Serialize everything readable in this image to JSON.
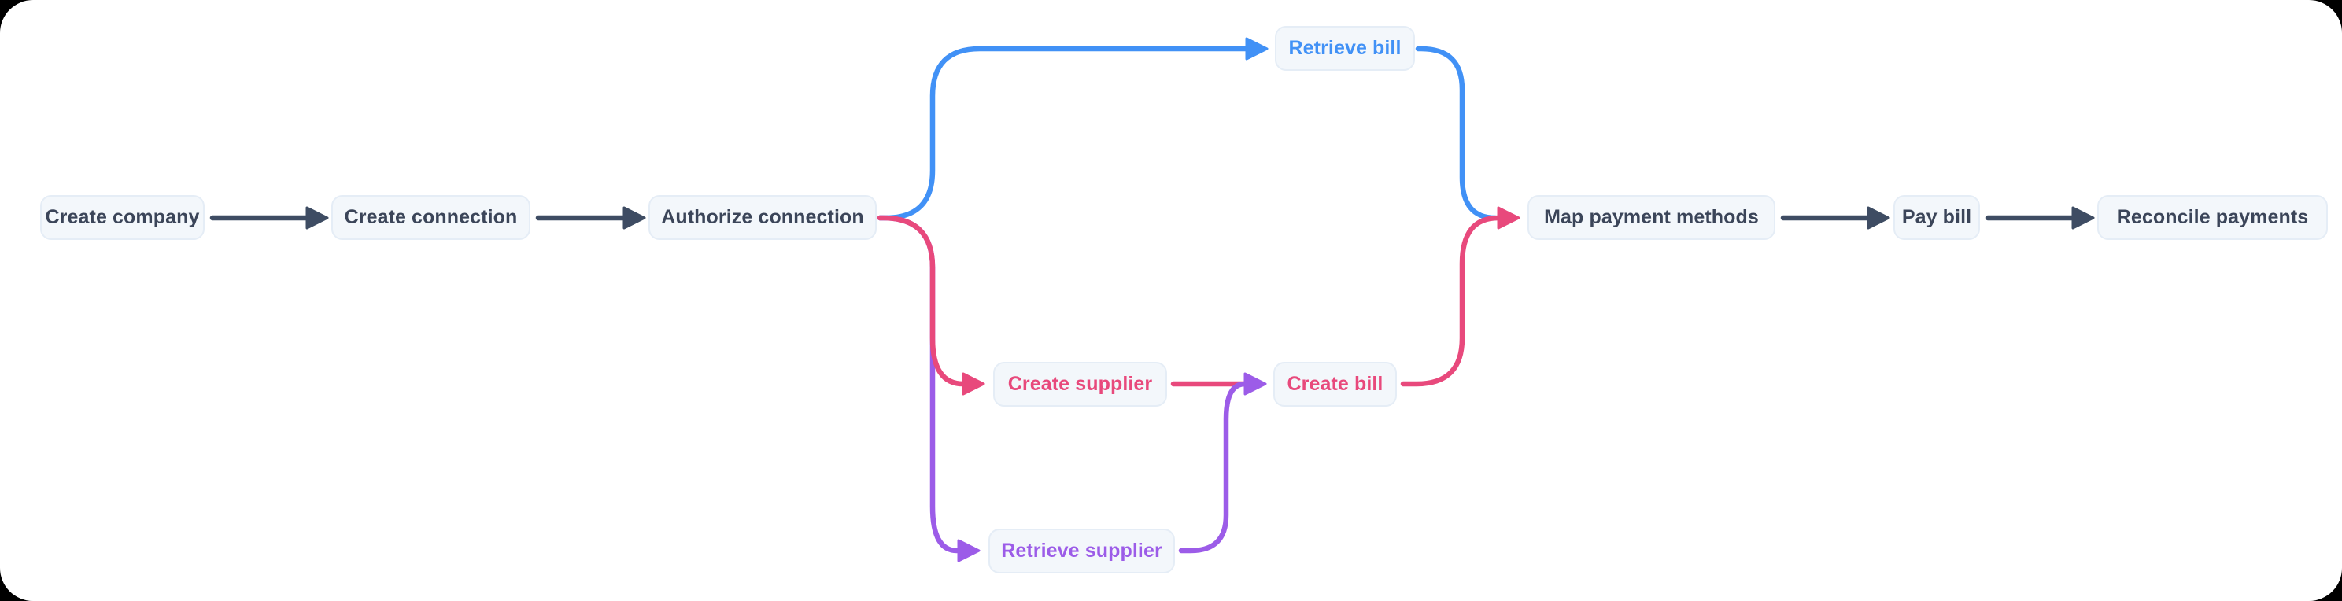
{
  "diagram": {
    "type": "flowchart",
    "nodes": [
      {
        "id": "create-company",
        "label": "Create company",
        "color": "dark"
      },
      {
        "id": "create-connection",
        "label": "Create connection",
        "color": "dark"
      },
      {
        "id": "authorize-connection",
        "label": "Authorize connection",
        "color": "dark"
      },
      {
        "id": "retrieve-bill",
        "label": "Retrieve bill",
        "color": "blue"
      },
      {
        "id": "create-supplier",
        "label": "Create supplier",
        "color": "pink"
      },
      {
        "id": "create-bill",
        "label": "Create bill",
        "color": "pink"
      },
      {
        "id": "retrieve-supplier",
        "label": "Retrieve supplier",
        "color": "purple"
      },
      {
        "id": "map-payment-methods",
        "label": "Map payment methods",
        "color": "dark"
      },
      {
        "id": "pay-bill",
        "label": "Pay bill",
        "color": "dark"
      },
      {
        "id": "reconcile-payments",
        "label": "Reconcile payments",
        "color": "dark"
      }
    ],
    "edges": [
      {
        "from": "Create company",
        "to": "Create connection",
        "color": "dark"
      },
      {
        "from": "Create connection",
        "to": "Authorize connection",
        "color": "dark"
      },
      {
        "from": "Authorize connection",
        "to": "Retrieve bill",
        "color": "blue"
      },
      {
        "from": "Authorize connection",
        "to": "Create supplier",
        "color": "pink"
      },
      {
        "from": "Authorize connection",
        "to": "Retrieve supplier",
        "color": "purple"
      },
      {
        "from": "Create supplier",
        "to": "Create bill",
        "color": "pink"
      },
      {
        "from": "Retrieve supplier",
        "to": "Create bill",
        "color": "purple"
      },
      {
        "from": "Retrieve bill",
        "to": "Map payment methods",
        "color": "blue"
      },
      {
        "from": "Create bill",
        "to": "Map payment methods",
        "color": "pink"
      },
      {
        "from": "Map payment methods",
        "to": "Pay bill",
        "color": "dark"
      },
      {
        "from": "Pay bill",
        "to": "Reconcile payments",
        "color": "dark"
      }
    ],
    "colors": {
      "dark_text": "#3b4559",
      "arrow_dark": "#3e4c63",
      "blue": "#4191f6",
      "pink": "#e8497c",
      "purple": "#9c5ce8",
      "node_fill": "#f3f7fb",
      "node_border": "#e5edf6",
      "background": "#ffffff"
    }
  }
}
